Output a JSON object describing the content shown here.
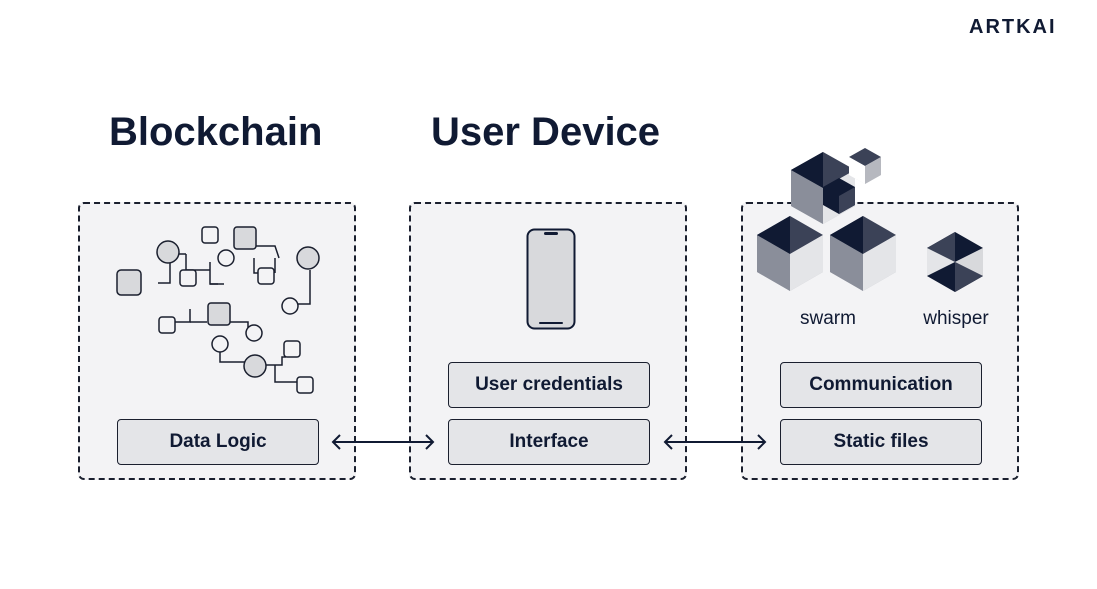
{
  "brand": {
    "logo": "ARTKAI"
  },
  "columns": {
    "blockchain": {
      "title": "Blockchain",
      "box": "Data Logic"
    },
    "user_device": {
      "title": "User Device",
      "box_top": "User credentials",
      "box_bottom": "Interface"
    },
    "storage": {
      "box_top": "Communication",
      "box_bottom": "Static files",
      "swarm_label": "swarm",
      "whisper_label": "whisper"
    }
  },
  "icons": {
    "network": "network-graph-icon",
    "phone": "smartphone-icon",
    "swarm": "swarm-hexagon-icon",
    "whisper": "whisper-hexagon-icon",
    "arrow": "double-arrow-icon"
  },
  "colors": {
    "dark": "#101a33",
    "panel": "#f3f3f5",
    "box": "#e4e5e8"
  }
}
